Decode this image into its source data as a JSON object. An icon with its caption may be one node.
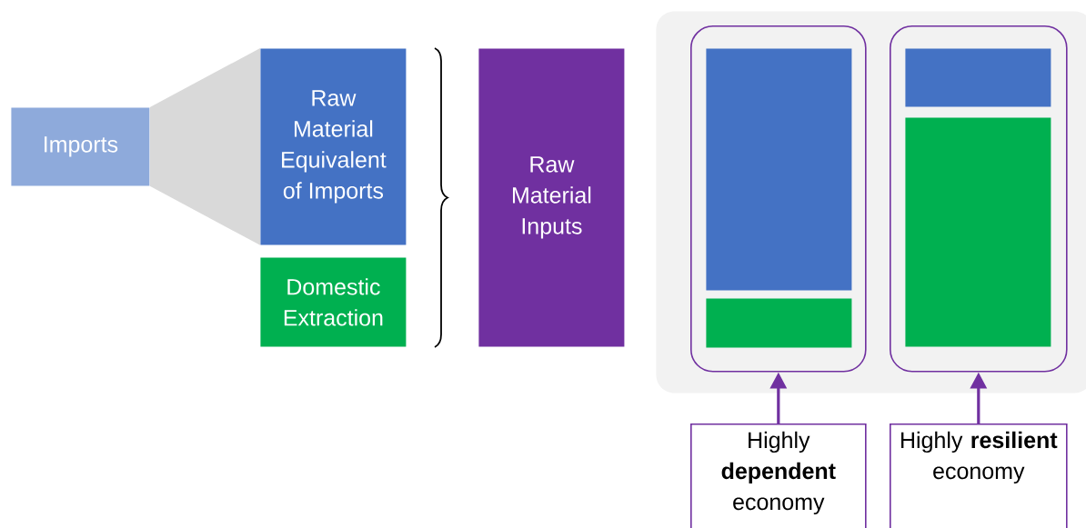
{
  "diagram": {
    "nodes": [
      {
        "text": [
          "Imports"
        ]
      },
      {
        "text": [
          "Raw Material Equivalent of Imports"
        ]
      },
      {
        "text": [
          "Domestic Extraction"
        ]
      },
      {
        "text": [
          "Raw Material Inputs"
        ]
      },
      {
        "text": [],
        "shape": "box"
      },
      {
        "text": [],
        "shape": "box",
        "in": 4
      },
      {
        "text": [],
        "shape": "box",
        "in": 5
      },
      {
        "text": [],
        "shape": "box",
        "in": 5
      },
      {
        "text": [],
        "shape": "box",
        "in": 4
      },
      {
        "text": [],
        "shape": "box",
        "in": 8
      },
      {
        "text": [],
        "shape": "box",
        "in": 8
      },
      {
        "text": [
          "Highly **dependent** economy"
        ]
      },
      {
        "text": [
          "Highly **resilient** economy"
        ]
      }
    ],
    "edges": [
      {
        "from": 0,
        "to": 1,
        "arrow": "none",
        "color": "#d9d9d9"
      },
      {
        "from": 11,
        "to": 5,
        "arrow": "to"
      },
      {
        "from": 12,
        "to": 8,
        "arrow": "to"
      }
    ]
  }
}
